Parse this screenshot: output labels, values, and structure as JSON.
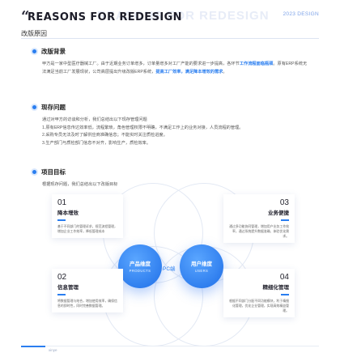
{
  "header": {
    "quote": "“",
    "title": "REASONS FOR REDESIGN",
    "ghost": "REASONS FOR REDESIGN",
    "subtitle": "改版原因",
    "year": "2023 DESIGN"
  },
  "sections": {
    "background": {
      "title": "改版背景",
      "body_a": "甲方是一家中型医疗器械工厂。由于近期业务订单增多，订单量增多对工厂产能的要求进一步提高，各环节",
      "body_b": "工作流程面临瓶颈",
      "body_c": "。原有ERP系统无法满足当前工厂发展现状，公司高层提出升级改版ERP系统，",
      "body_d": "提高工厂效率，满足降本增效的需求",
      "body_e": "。"
    },
    "problems": {
      "title": "现存问题",
      "intro": "通过对甲方的访谈和分析，我们总结出以下现存管理问题",
      "items": [
        "1.原有ERP信息传达效率低，流程繁琐，角色管理权限不明确，不满足工作上的业务对接，人员流程的管理。",
        "2.采购专员无法及时了解供应商准确信息；不能实时关注质检进度。",
        "3.生产部门与质检部门信息不对齐，影响生产，质检效率。"
      ]
    },
    "goals": {
      "title": "项目目标",
      "intro": "根据现存问题，我们总结出以下改版目标"
    }
  },
  "diagram": {
    "cards": [
      {
        "num": "01",
        "title": "降本增效",
        "body": "基于不同部门的管理诉求，规范流程管理，增加企业工作效率，降低管理成本"
      },
      {
        "num": "03",
        "title": "业务便捷",
        "body": "通过多功能协同管理，增加用户业务工作效率，通过系统提升数据准确、体验优化需求。"
      },
      {
        "num": "02",
        "title": "信息管理",
        "body": "将数据管理与结合，增加使用效率，确保信息的即时性，同时完善数据管理。"
      },
      {
        "num": "04",
        "title": "精细化管理",
        "body": "根据不同部门分配不同功能模块，利于精细化管理，优化企业管理，实现高效精益管理。"
      }
    ],
    "products": {
      "label": "产品维度",
      "sub": "PRODUCTS"
    },
    "users": {
      "label": "用户维度",
      "sub": "USERS"
    },
    "center": "PC端"
  },
  "footer": {
    "text": "xinye"
  },
  "colors": {
    "accent": "#2a7ef0",
    "accent_light": "#5aa0ff",
    "text": "#333333"
  }
}
